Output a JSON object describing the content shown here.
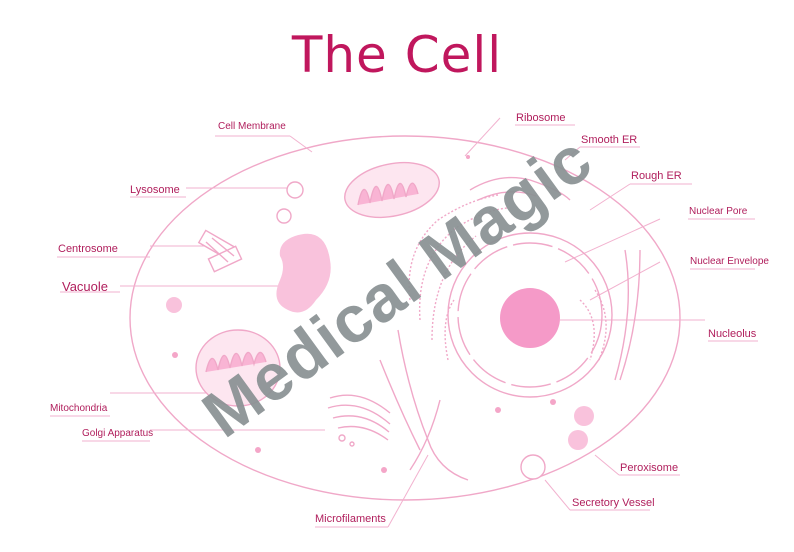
{
  "title": "The Cell",
  "watermark": "Medical Magic",
  "labels": {
    "cell_membrane": "Cell Membrane",
    "lysosome": "Lysosome",
    "centrosome": "Centrosome",
    "vacuole": "Vacuole",
    "mitochondria": "Mitochondria",
    "golgi": "Golgi Apparatus",
    "microfilaments": "Microfilaments",
    "ribosome": "Ribosome",
    "smooth_er": "Smooth ER",
    "rough_er": "Rough ER",
    "nuclear_pore": "Nuclear Pore",
    "nuclear_envelope": "Nuclear Envelope",
    "nucleolus": "Nucleolus",
    "peroxisome": "Peroxisome",
    "secretory_vessel": "Secretory Vessel"
  },
  "colors": {
    "title": "#c0175d",
    "label": "#b01e5c",
    "line": "#f0a8c8",
    "fill": "#f9b4d4",
    "nucleolus": "#f59ac8",
    "watermark": "#8a9294"
  }
}
